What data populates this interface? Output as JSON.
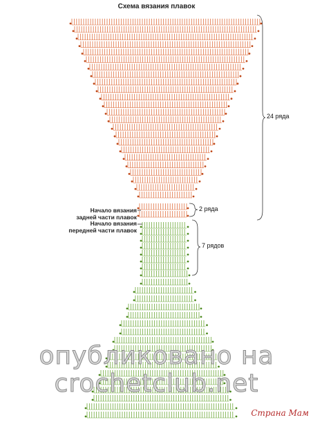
{
  "title": "Схема вязания плавок",
  "labels": {
    "back_start": [
      "Начало вязания",
      "задней части плавок"
    ],
    "front_start": [
      "Начало вязания",
      "передней части плавок"
    ]
  },
  "brackets": {
    "top": "24 ряда",
    "middle": "2 ряда",
    "bottom": "7 рядов"
  },
  "watermark": {
    "line1": "опубликовано на",
    "line2": "crochetclub.net"
  },
  "logo": "Страна Мам",
  "colors": {
    "back": "#e07040",
    "back_dot": "#c04a1a",
    "front": "#6ea83a",
    "front_dot": "#4d8a1f",
    "text": "#222222"
  }
}
